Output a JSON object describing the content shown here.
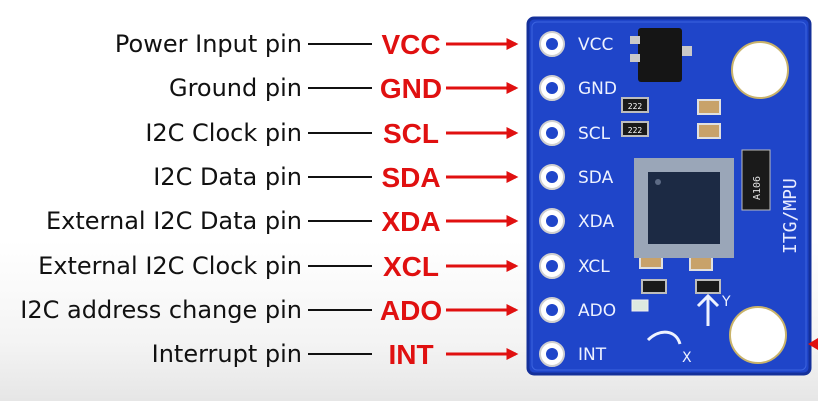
{
  "colors": {
    "accent": "#e01010",
    "text": "#111111",
    "board": "#1f45c9",
    "board_edge": "#14309a",
    "silk": "#eef2ff"
  },
  "pins": [
    {
      "description": "Power Input pin",
      "name": "VCC",
      "silk": "VCC"
    },
    {
      "description": "Ground pin",
      "name": "GND",
      "silk": "GND"
    },
    {
      "description": "I2C Clock pin",
      "name": "SCL",
      "silk": "SCL"
    },
    {
      "description": "I2C Data pin",
      "name": "SDA",
      "silk": "SDA"
    },
    {
      "description": "External I2C Data pin",
      "name": "XDA",
      "silk": "XDA"
    },
    {
      "description": "External I2C Clock pin",
      "name": "XCL",
      "silk": "XCL"
    },
    {
      "description": "I2C address change pin",
      "name": "ADO",
      "silk": "ADO"
    },
    {
      "description": "Interrupt pin",
      "name": "INT",
      "silk": "INT"
    }
  ],
  "board": {
    "brand": "ITG/MPU",
    "chip_marking": "A106",
    "resistor_marking": "222",
    "axis_x": "X",
    "axis_y": "Y"
  }
}
